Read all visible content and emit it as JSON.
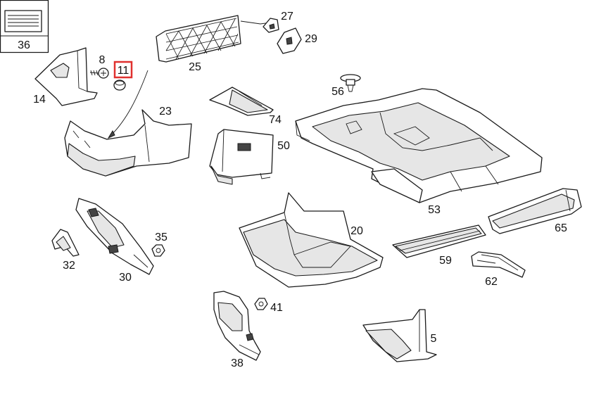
{
  "diagram": {
    "highlight_color": "#e0312f",
    "highlighted_part": "11",
    "legend_box_label": "36",
    "labels": {
      "p36": "36",
      "p8": "8",
      "p11": "11",
      "p14": "14",
      "p25": "25",
      "p27": "27",
      "p29": "29",
      "p23": "23",
      "p56": "56",
      "p74": "74",
      "p50": "50",
      "p53": "53",
      "p35": "35",
      "p32": "32",
      "p30": "30",
      "p20": "20",
      "p65": "65",
      "p59": "59",
      "p62": "62",
      "p41": "41",
      "p38": "38",
      "p5": "5"
    }
  }
}
